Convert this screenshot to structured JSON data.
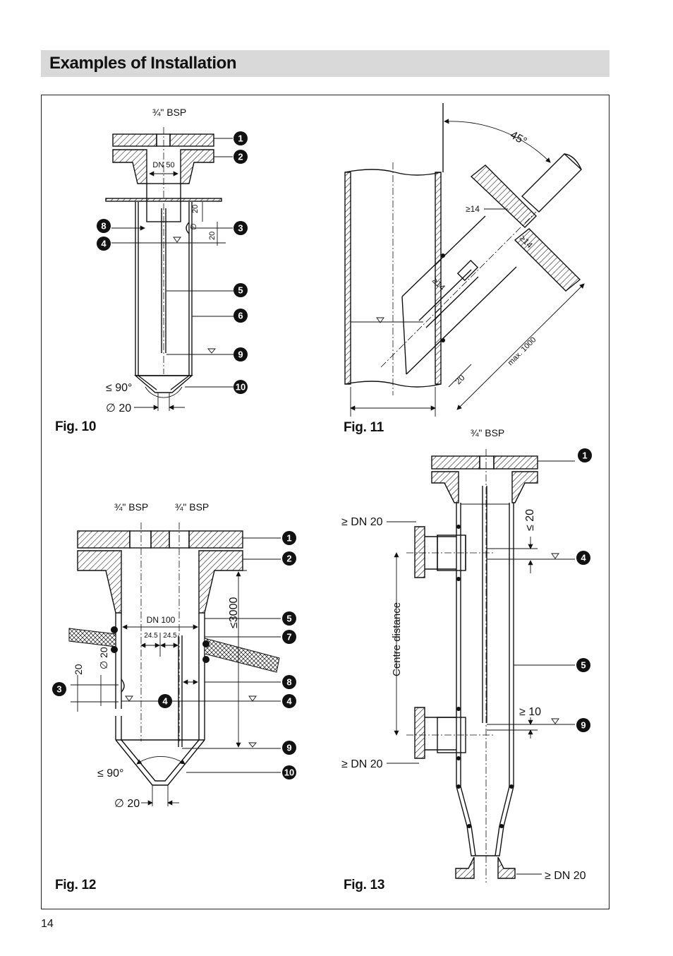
{
  "header": {
    "title": "Examples of Installation"
  },
  "page_number": "14",
  "figures": {
    "fig10": {
      "label": "Fig. 10",
      "bsp": "¾\" BSP",
      "dn": "DN 50",
      "dim_20a": "20",
      "dim_20b": "20",
      "dia": "∅",
      "angle": "≤ 90°",
      "bottom": "∅ 20",
      "callouts": [
        "1",
        "2",
        "3",
        "8",
        "4",
        "5",
        "6",
        "9",
        "10"
      ]
    },
    "fig11": {
      "label": "Fig. 11",
      "angle": "45°",
      "ge14a": "≥14",
      "ge14b": "≥14",
      "ge14c": "≥14",
      "max": "max. 1000",
      "dim20": "20"
    },
    "fig12": {
      "label": "Fig. 12",
      "bsp_left": "¾\" BSP",
      "bsp_right": "¾\" BSP",
      "dn": "DN 100",
      "d245a": "24.5",
      "d245b": "24.5",
      "le3000": "≤3000",
      "dia20": "∅ 20",
      "dim20": "20",
      "angle": "≤ 90°",
      "bottom": "∅ 20",
      "callouts": [
        "1",
        "2",
        "5",
        "7",
        "8",
        "4",
        "4",
        "9",
        "10",
        "3"
      ]
    },
    "fig13": {
      "label": "Fig. 13",
      "bsp": "¾\" BSP",
      "dn20_top": "≥ DN 20",
      "dn20_mid": "≥ DN 20",
      "dn20_bottom": "≥ DN 20",
      "le20": "≤ 20",
      "ge10": "≥ 10",
      "centre": "Centre distance",
      "callouts": [
        "1",
        "4",
        "5",
        "9"
      ]
    }
  }
}
